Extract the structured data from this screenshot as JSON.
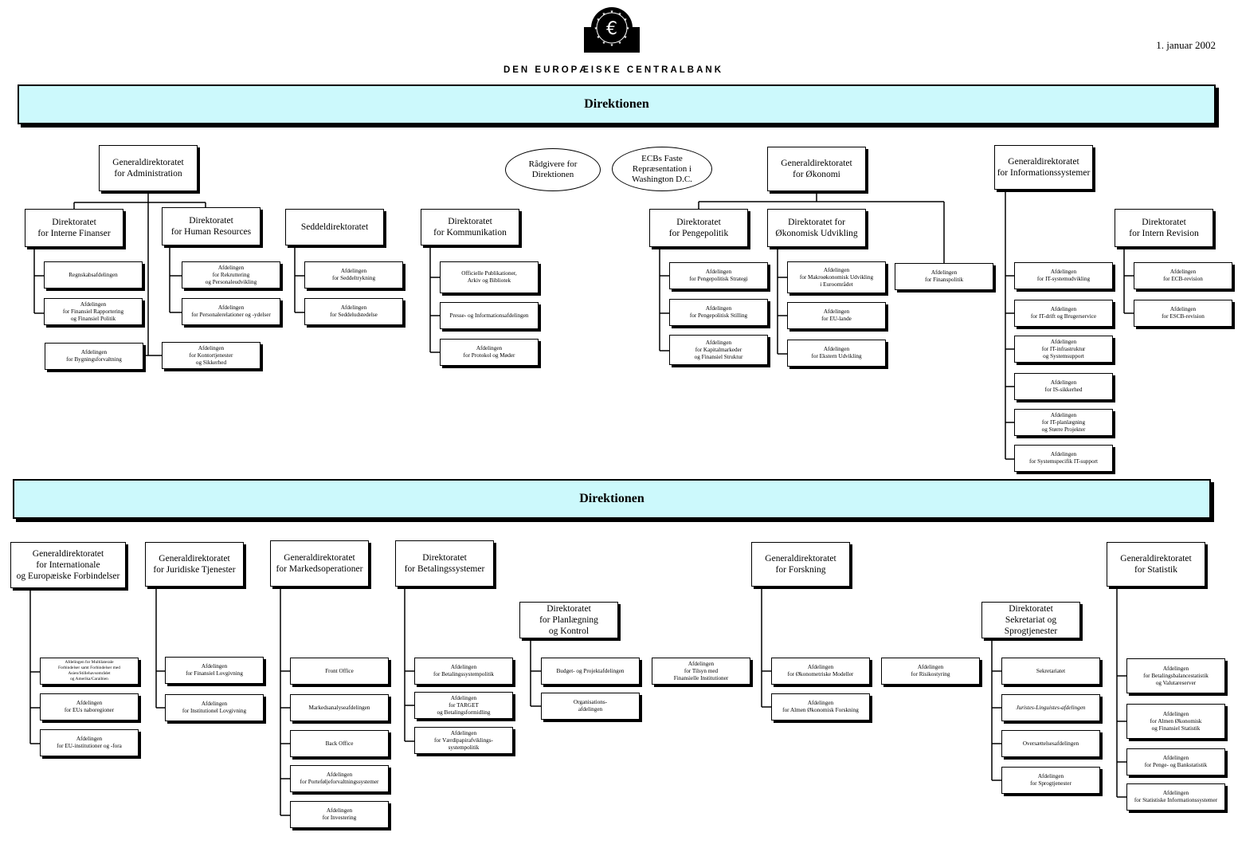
{
  "header": {
    "bank_name": "DEN EUROPÆISKE CENTRALBANK",
    "date": "1. januar 2002",
    "logo_symbol": "€"
  },
  "board_top": "Direktionen",
  "board_bottom": "Direktionen",
  "advisors": {
    "advisers": "Rådgivere for\nDirektionen",
    "washington": "ECBs Faste\nRepræsentation i\nWashington D.C."
  },
  "top": {
    "admin": {
      "title": "Generaldirektoratet\nfor Administration",
      "finance": "Direktoratet\nfor Interne Finanser",
      "hr": "Direktoratet\nfor Human Resources",
      "accounting": "Regnskabsafdelingen",
      "fin_reporting": "Afdelingen\nfor Finansiel Rapportering\nog Finansiel Politik",
      "recruitment": "Afdelingen\nfor Rekruttering\nog Personaleudvikling",
      "staff_relations": "Afdelingen\nfor Personalerelationer og -ydelser",
      "premises": "Afdelingen\nfor Bygningsforvaltning",
      "office_services": "Afdelingen\nfor Kontortjenester\nog Sikkerhed"
    },
    "banknotes": {
      "title": "Seddeldirektoratet",
      "printing": "Afdelingen\nfor Seddeltrykning",
      "issue": "Afdelingen\nfor Seddeludstedelse"
    },
    "communication": {
      "title": "Direktoratet\nfor Kommunikation",
      "publications": "Officielle Publikationer,\nArkiv og Bibliotek",
      "press": "Presse- og Informationsafdelingen",
      "protocol": "Afdelingen\nfor Protokol og Møder"
    },
    "economics": {
      "title": "Generaldirektoratet\nfor Økonomi",
      "monetary": "Direktoratet\nfor Pengepolitik",
      "development": "Direktoratet for\nØkonomisk Udvikling",
      "fiscal": "Afdelingen\nfor Finanspolitik",
      "mp_strategy": "Afdelingen\nfor Pengepolitisk Strategi",
      "mp_stance": "Afdelingen\nfor Pengepolitisk Stilling",
      "capital_markets": "Afdelingen\nfor Kapitalmarkeder\nog Finansiel Struktur",
      "macro": "Afdelingen\nfor Makroøkonomisk Udvikling\ni Euroområdet",
      "eu_countries": "Afdelingen\nfor EU-lande",
      "external": "Afdelingen\nfor Ekstern Udvikling"
    },
    "is": {
      "title": "Generaldirektoratet\nfor Informationssystemer",
      "dev": "Afdelingen\nfor IT-systemudvikling",
      "operations": "Afdelingen\nfor IT-drift og Brugerservice",
      "infrastructure": "Afdelingen\nfor IT-infrastruktur\nog Systemsupport",
      "security": "Afdelingen\nfor IS-sikkerhed",
      "planning": "Afdelingen\nfor IT-planlægning\nog Større Projekter",
      "support": "Afdelingen\nfor Systemspecifik IT-support"
    },
    "audit": {
      "title": "Direktoratet\nfor Intern Revision",
      "ecb_audit": "Afdelingen\nfor ECB-revision",
      "escb_audit": "Afdelingen\nfor ESCB-revision"
    }
  },
  "bottom": {
    "international": {
      "title": "Generaldirektoratet\nfor Internationale\nog Europæiske Forbindelser",
      "multilateral": "Afdelingen for Multilaterale\nForbindelser samt Forbindelser med\nAsien/Stillehavsområdet\nog Amerika/Caraibien",
      "neighbours": "Afdelingen\nfor EUs naboregioner",
      "eu_institutions": "Afdelingen\nfor EU-institutioner og -fora"
    },
    "legal": {
      "title": "Generaldirektoratet\nfor Juridiske Tjenester",
      "fin_law": "Afdelingen\nfor Finansiel Lovgivning",
      "inst_law": "Afdelingen\nfor Institutionel Lovgivning"
    },
    "market": {
      "title": "Generaldirektoratet\nfor Markedsoperationer",
      "front_office": "Front Office",
      "analysis": "Markedsanalyseafdelingen",
      "back_office": "Back Office",
      "portfolio": "Afdelingen\nfor Porteføljeforvaltningssystemer",
      "investment": "Afdelingen\nfor Investering"
    },
    "payment": {
      "title": "Direktoratet\nfor Betalingssystemer",
      "policy": "Afdelingen\nfor Betalingssystempolitik",
      "target": "Afdelingen\nfor TARGET\nog Betalingsformidling",
      "securities": "Afdelingen\nfor Værdipapirafviklings-\nsystempolitik"
    },
    "planning": {
      "title": "Direktoratet\nfor Planlægning\nog Kontrol",
      "budget": "Budget- og Projektafdelingen",
      "organisation": "Organisations-\nafdelingen"
    },
    "prudential": "Afdelingen\nfor Tilsyn med\nFinansielle Institutioner",
    "research": {
      "title": "Generaldirektoratet\nfor Forskning",
      "econometric": "Afdelingen\nfor Økonometriske Modeller",
      "general": "Afdelingen\nfor Almen Økonomisk Forskning"
    },
    "risk": "Afdelingen\nfor Risikostyring",
    "secretariat": {
      "title": "Direktoratet\nSekretariat og\nSprogtjenester",
      "secretariat": "Sekretariatet",
      "jurist": "Juristes-Linguistes-afdelingen",
      "translation": "Oversættelsesafdelingen",
      "language": "Afdelingen\nfor Sprogtjenester"
    },
    "statistics": {
      "title": "Generaldirektoratet\nfor Statistik",
      "bop": "Afdelingen\nfor Betalingsbalancestatistik\nog Valutareserver",
      "general": "Afdelingen\nfor Almen Økonomisk\nog Finansiel Statistik",
      "money": "Afdelingen\nfor Penge- og Bankstatistik",
      "info": "Afdelingen\nfor Statistiske Informationssystemer"
    }
  }
}
